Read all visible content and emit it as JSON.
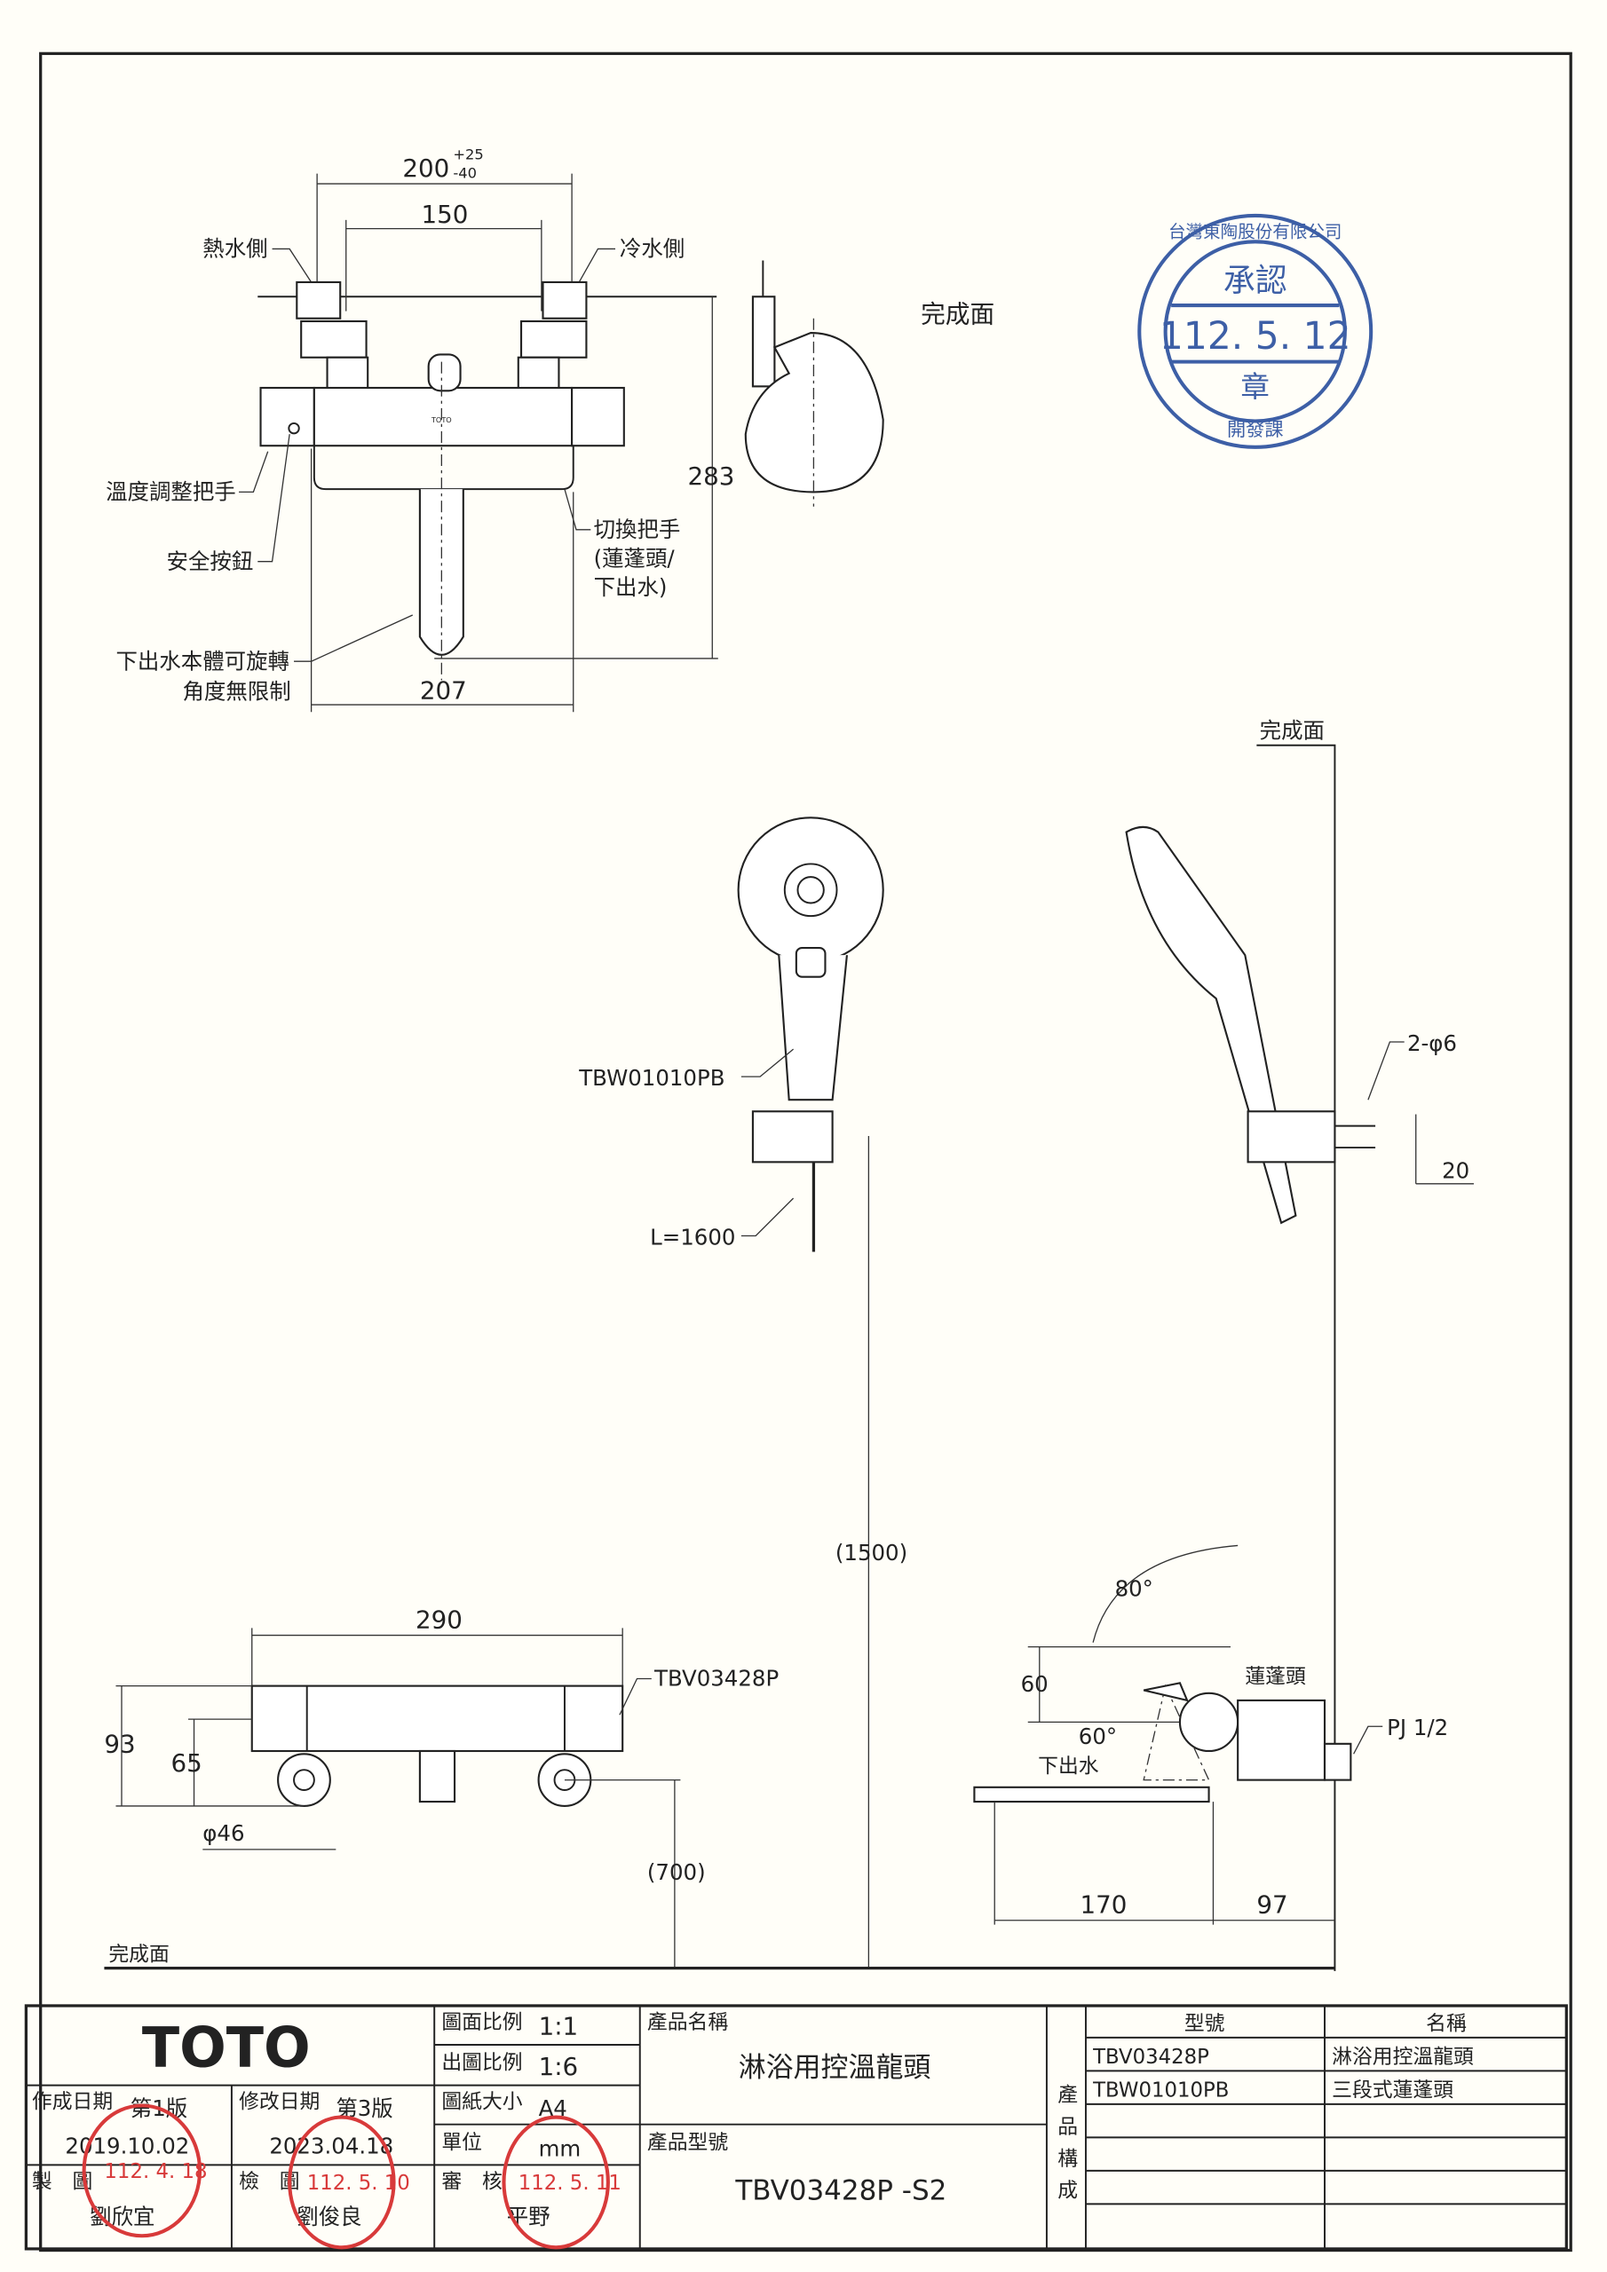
{
  "top_view": {
    "dim_200": "200",
    "tol_plus": "+25",
    "tol_minus": "-40",
    "dim_150": "150",
    "hot_side": "熱水側",
    "cold_side": "冷水側",
    "finish_surface": "完成面",
    "dim_283": "283",
    "temp_handle": "溫度調整把手",
    "safety_button": "安全按鈕",
    "switch_handle_1": "切換把手",
    "switch_handle_2": "(蓮蓬頭/",
    "switch_handle_3": "下出水)",
    "rotate_1": "下出水本體可旋轉",
    "rotate_2": "角度無限制",
    "dim_207": "207",
    "logo_small": "TOTO"
  },
  "shower_view": {
    "finish_surface": "完成面",
    "model": "TBW01010PB",
    "hose_length": "L=1600",
    "holes": "2-φ6",
    "dim_20": "20",
    "dim_1500": "(1500)"
  },
  "front_view": {
    "dim_290": "290",
    "model": "TBV03428P",
    "dim_93": "93",
    "dim_65": "65",
    "dim_46": "φ46",
    "dim_700": "(700)",
    "finish_surface": "完成面"
  },
  "side_view": {
    "angle_80": "80°",
    "dim_60": "60",
    "angle_60": "60°",
    "shower_head": "蓮蓬頭",
    "spout": "下出水",
    "pj": "PJ 1/2",
    "dim_170": "170",
    "dim_97": "97"
  },
  "approval_stamp": {
    "company": "台灣東陶股份有限公司",
    "title": "承認",
    "date": "112. 5. 12",
    "mark": "章",
    "dept": "開發課"
  },
  "title_block": {
    "logo": "TOTO",
    "drawing_scale_label": "圖面比例",
    "drawing_scale": "1:1",
    "output_scale_label": "出圖比例",
    "output_scale": "1:6",
    "paper_size_label": "圖紙大小",
    "paper_size": "A4",
    "unit_label": "單位",
    "unit": "mm",
    "created_label": "作成日期",
    "created_edition": "第1版",
    "created_date": "2019.10.02",
    "revised_label": "修改日期",
    "revised_edition": "第3版",
    "revised_date": "2023.04.18",
    "drawn_label": "製　圖",
    "drawn_by": "劉欣宜",
    "drawn_stamp_date": "112. 4. 18",
    "checked_label": "檢　圖",
    "checked_by": "劉俊良",
    "checked_stamp_date": "112. 5. 10",
    "approved_label": "審　核",
    "approved_by": "平野",
    "approved_stamp_date": "112. 5. 11",
    "product_name_label": "產品名稱",
    "product_name": "淋浴用控溫龍頭",
    "product_model_label": "產品型號",
    "product_model": "TBV03428P -S2",
    "composition_label": "產品構成",
    "col_model": "型號",
    "col_name": "名稱",
    "components": [
      {
        "model": "TBV03428P",
        "name": "淋浴用控溫龍頭"
      },
      {
        "model": "TBW01010PB",
        "name": "三段式蓮蓬頭"
      }
    ]
  }
}
